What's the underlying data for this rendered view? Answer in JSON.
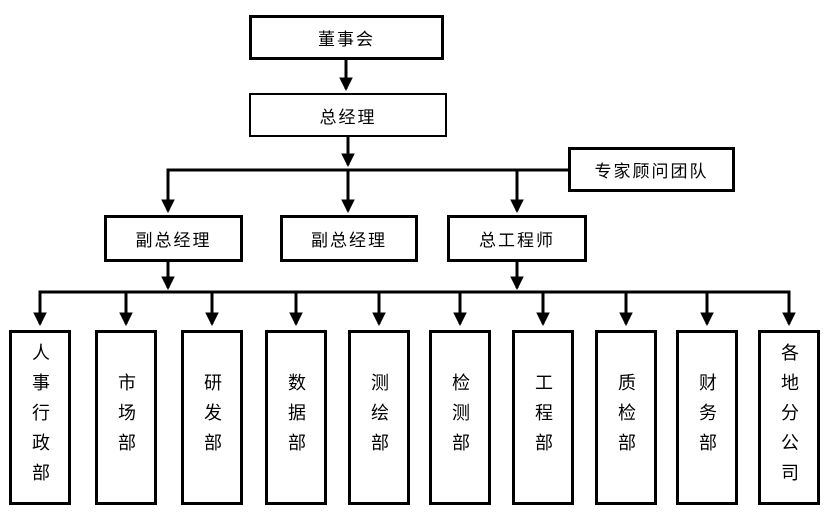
{
  "org_chart": {
    "board": "董事会",
    "general_manager": "总经理",
    "advisory_team": "专家顾问团队",
    "executives": [
      "副总经理",
      "副总经理",
      "总工程师"
    ],
    "departments": [
      "人事行政部",
      "市场部",
      "研发部",
      "数据部",
      "测绘部",
      "检测部",
      "工程部",
      "质检部",
      "财务部",
      "各地分公司"
    ],
    "colors": {
      "line": "#000000",
      "border": "#000000",
      "box_background": "#ffffff",
      "page_background": "#ffffff",
      "text": "#000000"
    }
  }
}
